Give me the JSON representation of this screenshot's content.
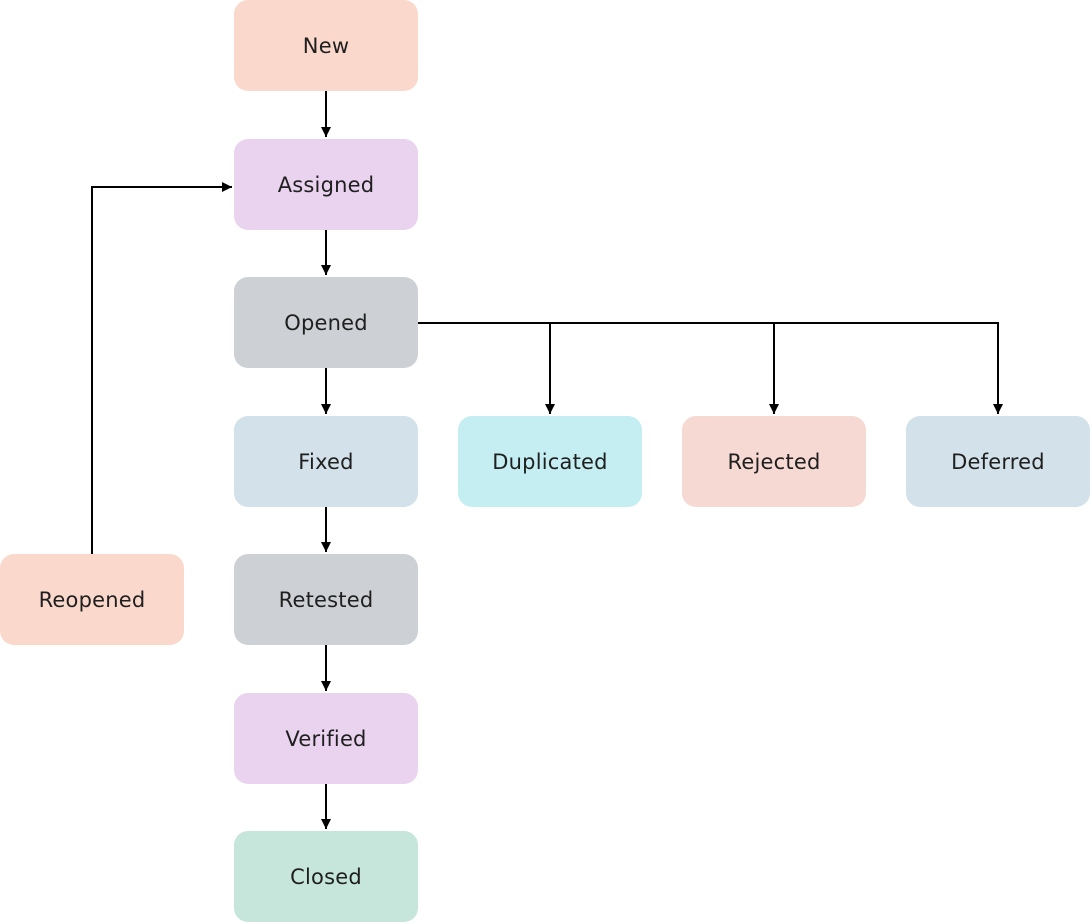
{
  "diagram": {
    "nodes": {
      "new": {
        "label": "New",
        "color": "#fad9cc"
      },
      "assigned": {
        "label": "Assigned",
        "color": "#e9d3ee"
      },
      "opened": {
        "label": "Opened",
        "color": "#cdd0d4"
      },
      "fixed": {
        "label": "Fixed",
        "color": "#d3e2ea"
      },
      "retested": {
        "label": "Retested",
        "color": "#cdd0d4"
      },
      "verified": {
        "label": "Verified",
        "color": "#e9d3ee"
      },
      "closed": {
        "label": "Closed",
        "color": "#c6e6dc"
      },
      "duplicated": {
        "label": "Duplicated",
        "color": "#c4eef2"
      },
      "rejected": {
        "label": "Rejected",
        "color": "#f7d9d3"
      },
      "deferred": {
        "label": "Deferred",
        "color": "#d3e2ea"
      },
      "reopened": {
        "label": "Reopened",
        "color": "#fad9cc"
      }
    },
    "edges": [
      {
        "from": "new",
        "to": "assigned"
      },
      {
        "from": "assigned",
        "to": "opened"
      },
      {
        "from": "opened",
        "to": "fixed"
      },
      {
        "from": "opened",
        "to": "duplicated"
      },
      {
        "from": "opened",
        "to": "rejected"
      },
      {
        "from": "opened",
        "to": "deferred"
      },
      {
        "from": "fixed",
        "to": "retested"
      },
      {
        "from": "retested",
        "to": "verified"
      },
      {
        "from": "verified",
        "to": "closed"
      },
      {
        "from": "reopened",
        "to": "assigned"
      }
    ],
    "line_color": "#000000"
  }
}
